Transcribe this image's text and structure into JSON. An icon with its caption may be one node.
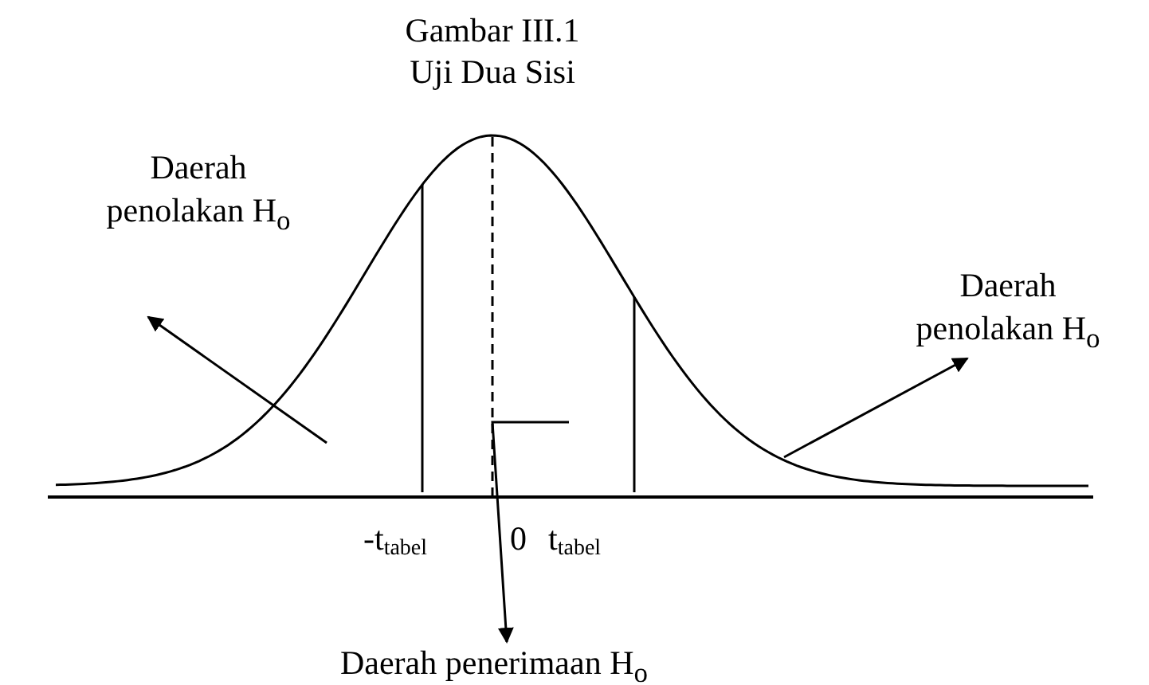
{
  "diagram": {
    "title": "Gambar III.1 Uji Dua Sisi",
    "nodes": [
      {
        "text": [
          "Daerah penolakan H$_{o}$"
        ]
      },
      {
        "text": [
          "Daerah penolakan H$_{o}$"
        ]
      },
      {
        "text": [
          "Daerah penerimaan H$_{o}$"
        ]
      }
    ],
    "edges": [
      {
        "from": null,
        "to": 0,
        "arrow": "to"
      },
      {
        "from": null,
        "to": 1,
        "arrow": "to"
      },
      {
        "from": null,
        "to": 2,
        "arrow": "to"
      }
    ],
    "labels": [
      "-t$_{tabel}$",
      "0",
      "t$_{tabel}$"
    ]
  }
}
